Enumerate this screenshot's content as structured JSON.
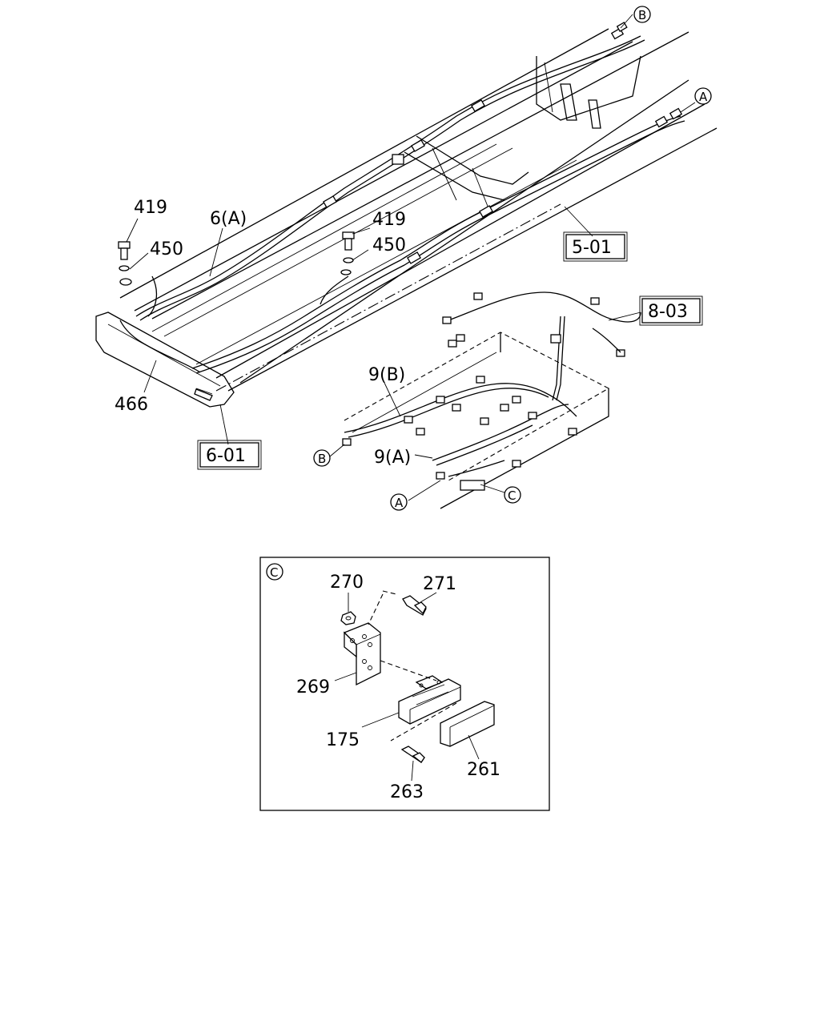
{
  "labels": {
    "p419_left": "419",
    "p450_left": "450",
    "p6A": "6(A)",
    "p419_mid": "419",
    "p450_mid": "450",
    "p466": "466",
    "p9B": "9(B)",
    "p9A": "9(A)",
    "ref_5_01": "5-01",
    "ref_6_01": "6-01",
    "ref_8_03": "8-03",
    "circ_B_top": "B",
    "circ_A_top": "A",
    "circ_B_low": "B",
    "circ_A_low": "A",
    "circ_C_low": "C",
    "inset_C": "C",
    "p270": "270",
    "p271": "271",
    "p269": "269",
    "p175": "175",
    "p263": "263",
    "p261": "261"
  }
}
